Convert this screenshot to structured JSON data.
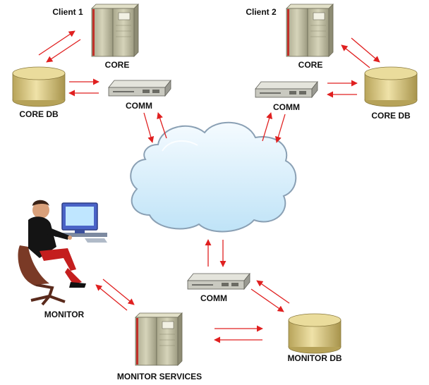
{
  "labels": {
    "client1": "Client 1",
    "client2": "Client 2",
    "core1": "CORE",
    "core2": "CORE",
    "coredb1": "CORE DB",
    "coredb2": "CORE DB",
    "comm1": "COMM",
    "comm2": "COMM",
    "comm3": "COMM",
    "monitor": "MONITOR",
    "monitor_services": "MONITOR SERVICES",
    "monitor_db": "MONITOR DB"
  },
  "colors": {
    "arrow": "#e02020",
    "server_body": "#c8c6a8",
    "db_body": "#d8c98a",
    "cloud_fill": "#dff1fb",
    "cloud_stroke": "#8aa0b4"
  },
  "icons": {
    "server": "tower-server-icon",
    "database": "database-cylinder-icon",
    "comm": "network-appliance-icon",
    "cloud": "network-cloud-icon",
    "user": "person-at-computer-icon"
  }
}
